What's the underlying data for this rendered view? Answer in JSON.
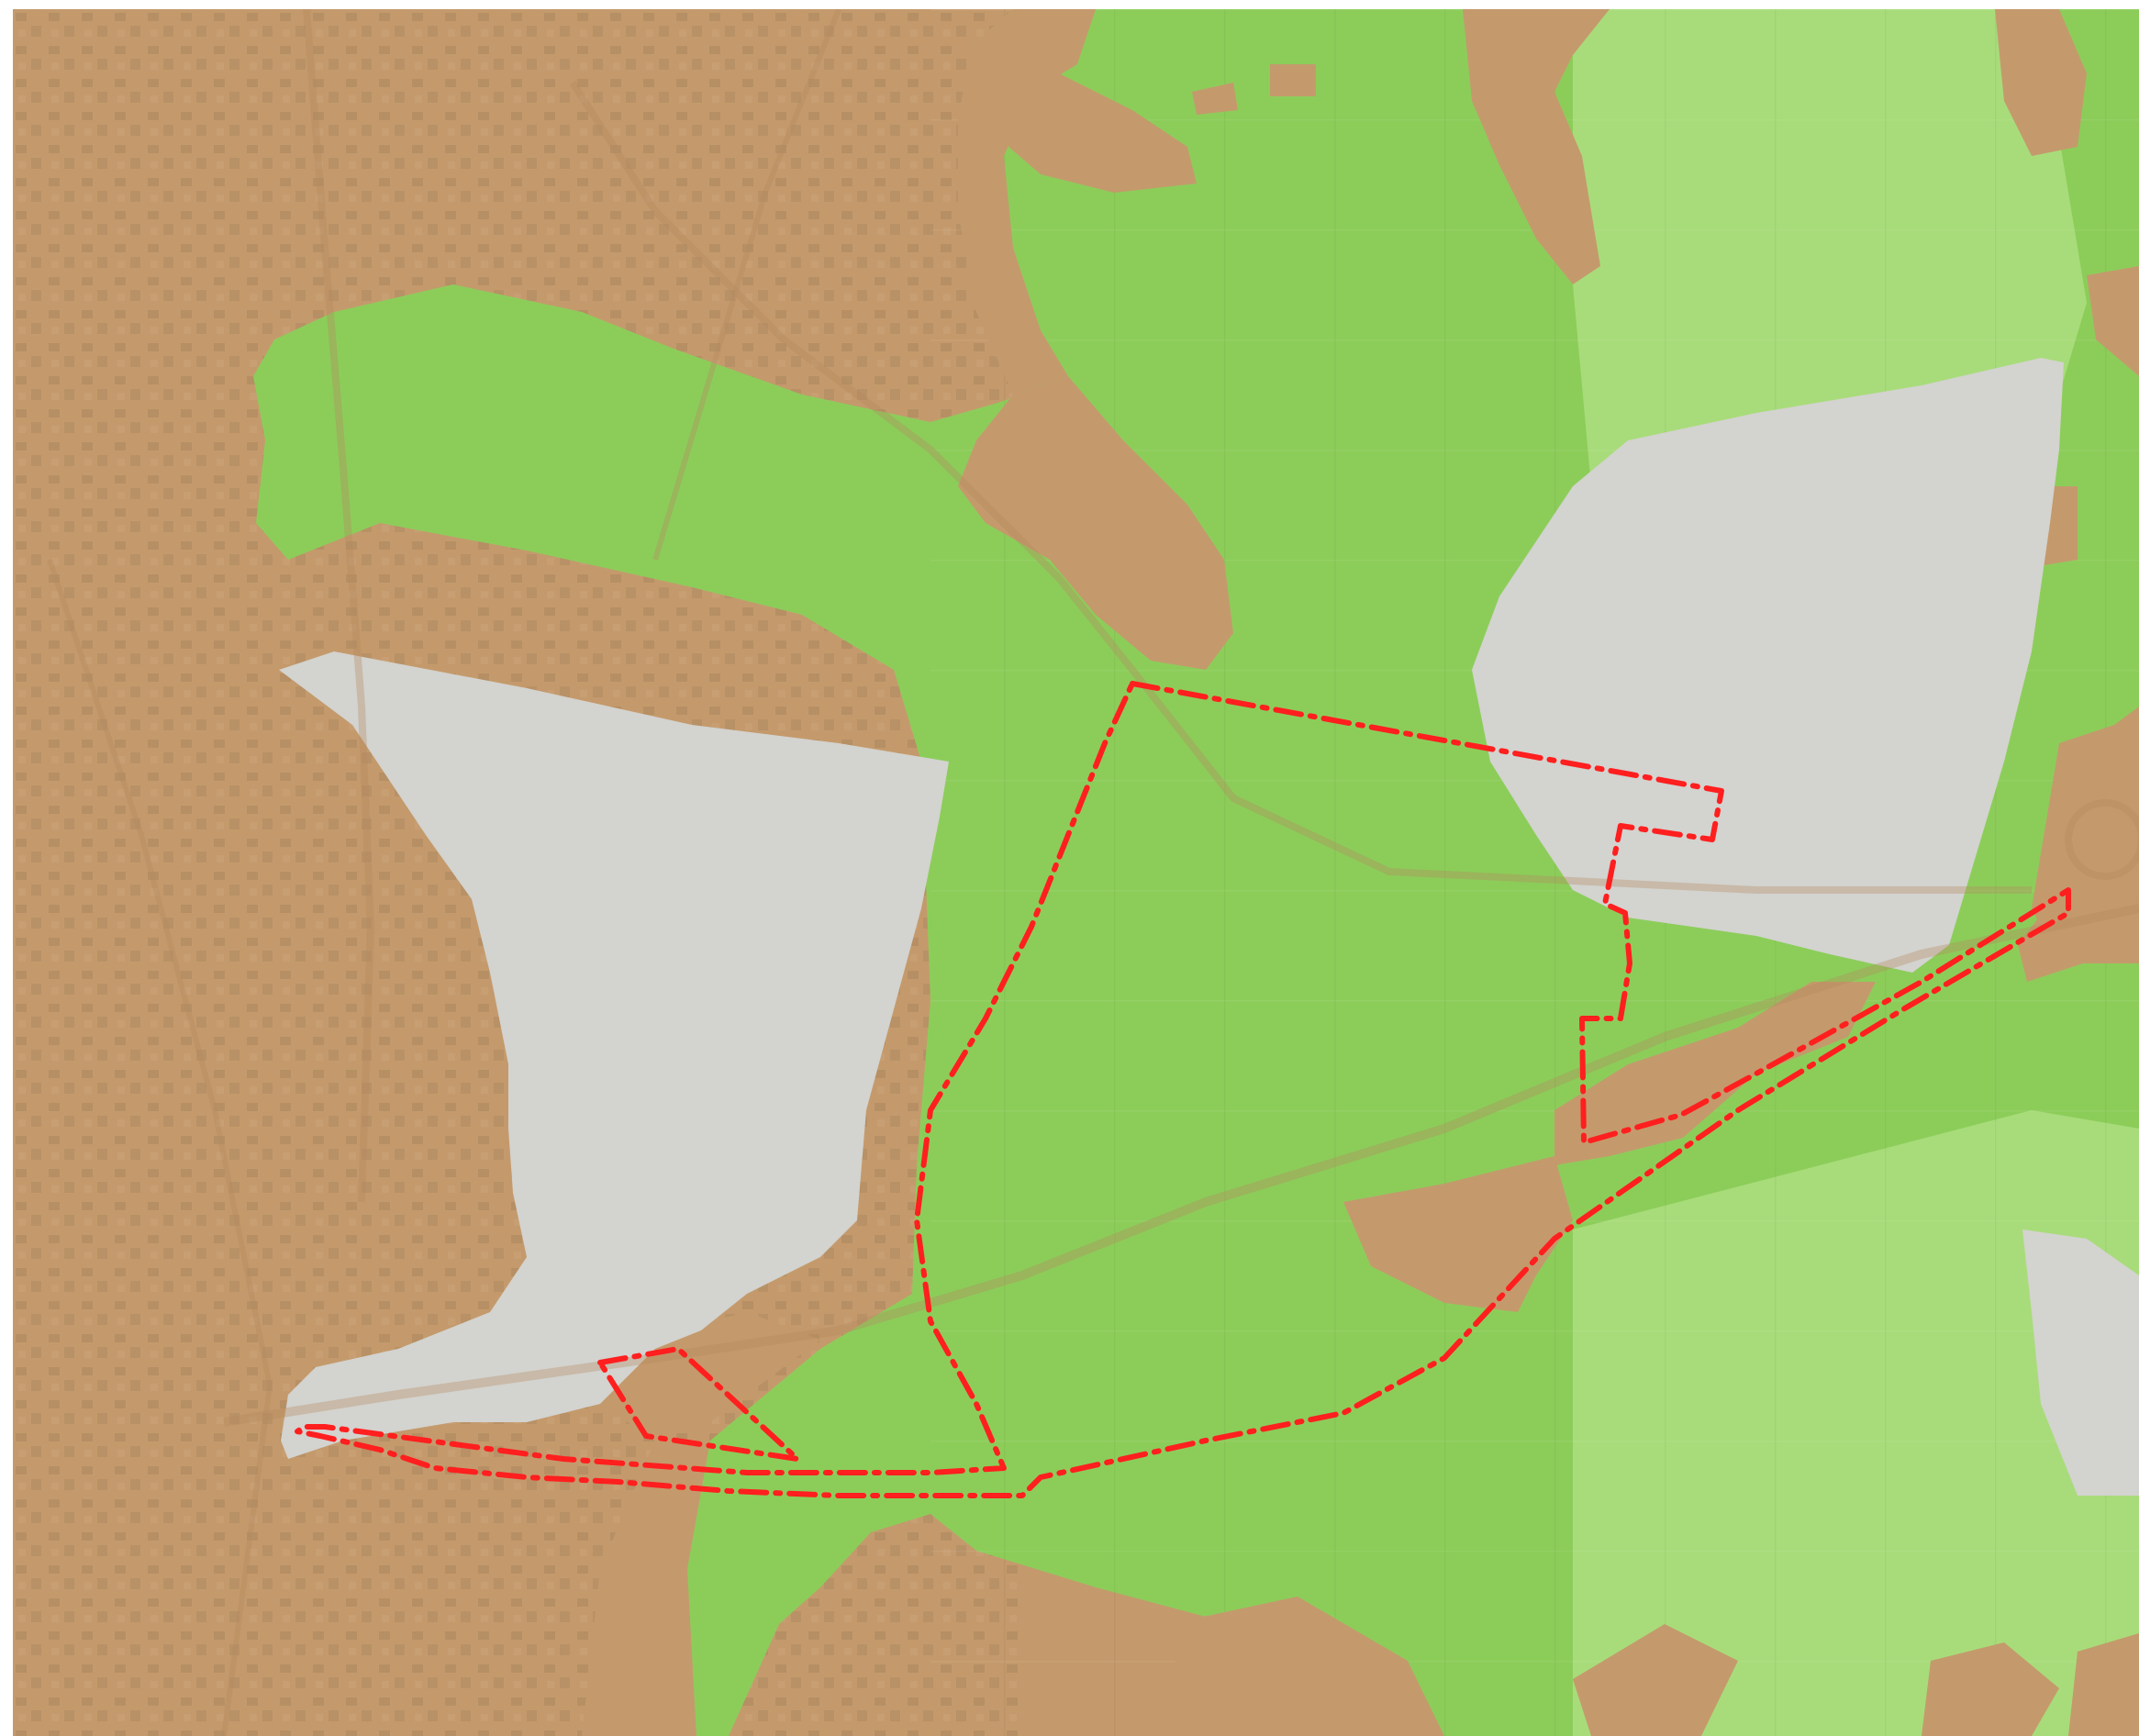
{
  "map": {
    "layers": [
      {
        "name": "base-zone",
        "color": "#c49a6c"
      },
      {
        "name": "green-zone",
        "color": "#8ccd5a"
      },
      {
        "name": "grey-zone",
        "color": "#d3d3cf"
      },
      {
        "name": "boundary",
        "color": "#ff1f1f",
        "style": "dash-dot"
      }
    ],
    "colors": {
      "earth": "#c49a6c",
      "earth_dark": "#a5764f",
      "green": "#8ccd5a",
      "green_light": "#a8dc7a",
      "grey": "#d3d3cf",
      "boundary": "#ff1f1f",
      "road": "#b58a5e"
    }
  }
}
